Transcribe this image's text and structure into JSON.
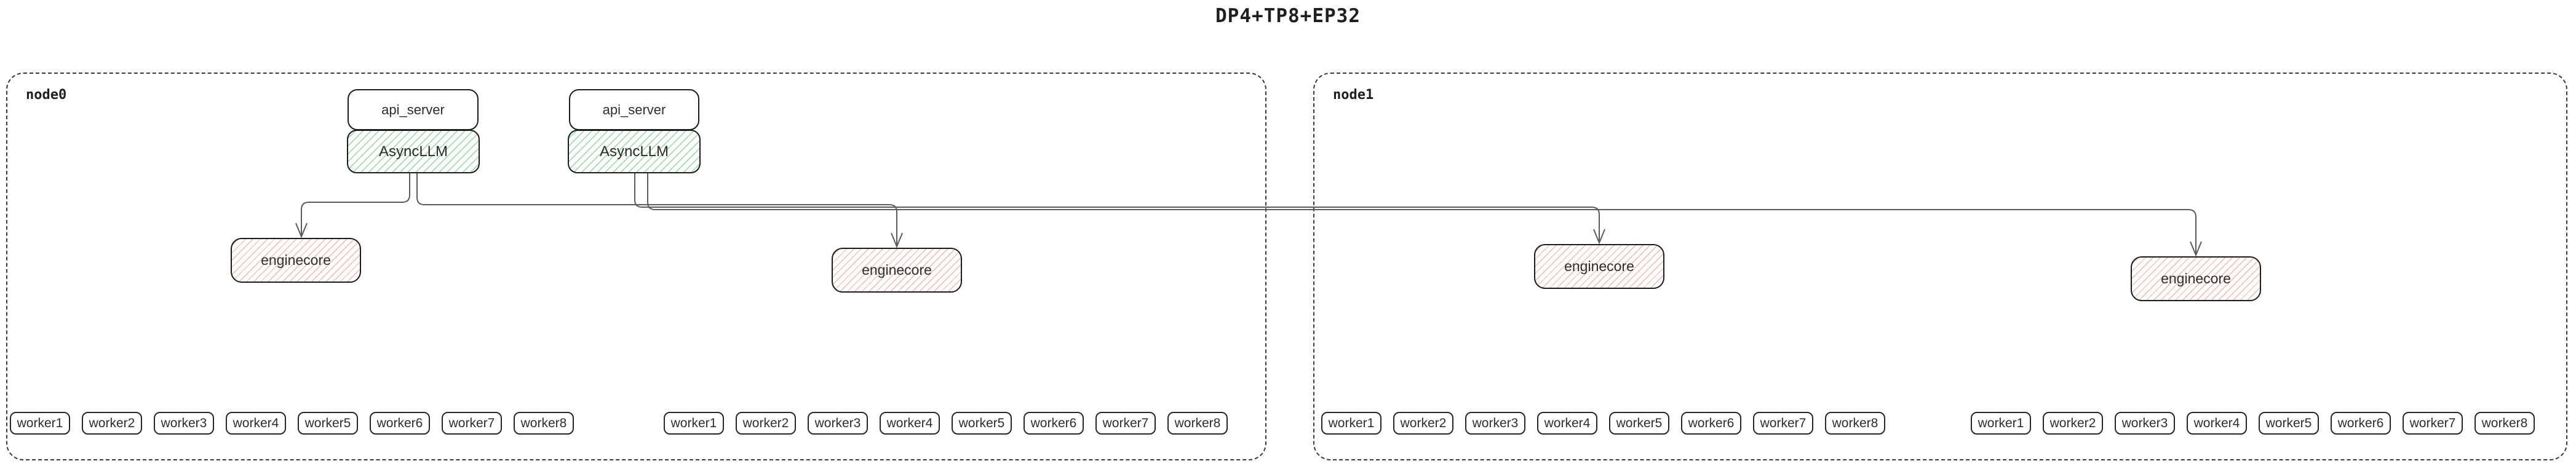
{
  "title": "DP4+TP8+EP32",
  "colors": {
    "green_hatch": "#8fd8a2",
    "red_hatch": "#f4b4ad",
    "box_border": "#1b1b1b",
    "container_border": "#3a3a3a",
    "edge": "#5b5b5b"
  },
  "nodes": [
    {
      "label": "node0",
      "stacks": [
        {
          "top": "api_server",
          "bottom": "AsyncLLM"
        },
        {
          "top": "api_server",
          "bottom": "AsyncLLM"
        }
      ],
      "enginecores": [
        "enginecore",
        "enginecore"
      ],
      "worker_rows": [
        [
          "worker1",
          "worker2",
          "worker3",
          "worker4",
          "worker5",
          "worker6",
          "worker7",
          "worker8"
        ],
        [
          "worker1",
          "worker2",
          "worker3",
          "worker4",
          "worker5",
          "worker6",
          "worker7",
          "worker8"
        ]
      ]
    },
    {
      "label": "node1",
      "stacks": [],
      "enginecores": [
        "enginecore",
        "enginecore"
      ],
      "worker_rows": [
        [
          "worker1",
          "worker2",
          "worker3",
          "worker4",
          "worker5",
          "worker6",
          "worker7",
          "worker8"
        ],
        [
          "worker1",
          "worker2",
          "worker3",
          "worker4",
          "worker5",
          "worker6",
          "worker7",
          "worker8"
        ]
      ]
    }
  ],
  "edges": [
    {
      "from": "AsyncLLM-1 (node0)",
      "to": "enginecore-1 (node0)"
    },
    {
      "from": "AsyncLLM-1 (node0)",
      "to": "enginecore-2 (node0)"
    },
    {
      "from": "AsyncLLM-2 (node0)",
      "to": "enginecore-3 (node1)"
    },
    {
      "from": "AsyncLLM-2 (node0)",
      "to": "enginecore-4 (node1)"
    }
  ]
}
